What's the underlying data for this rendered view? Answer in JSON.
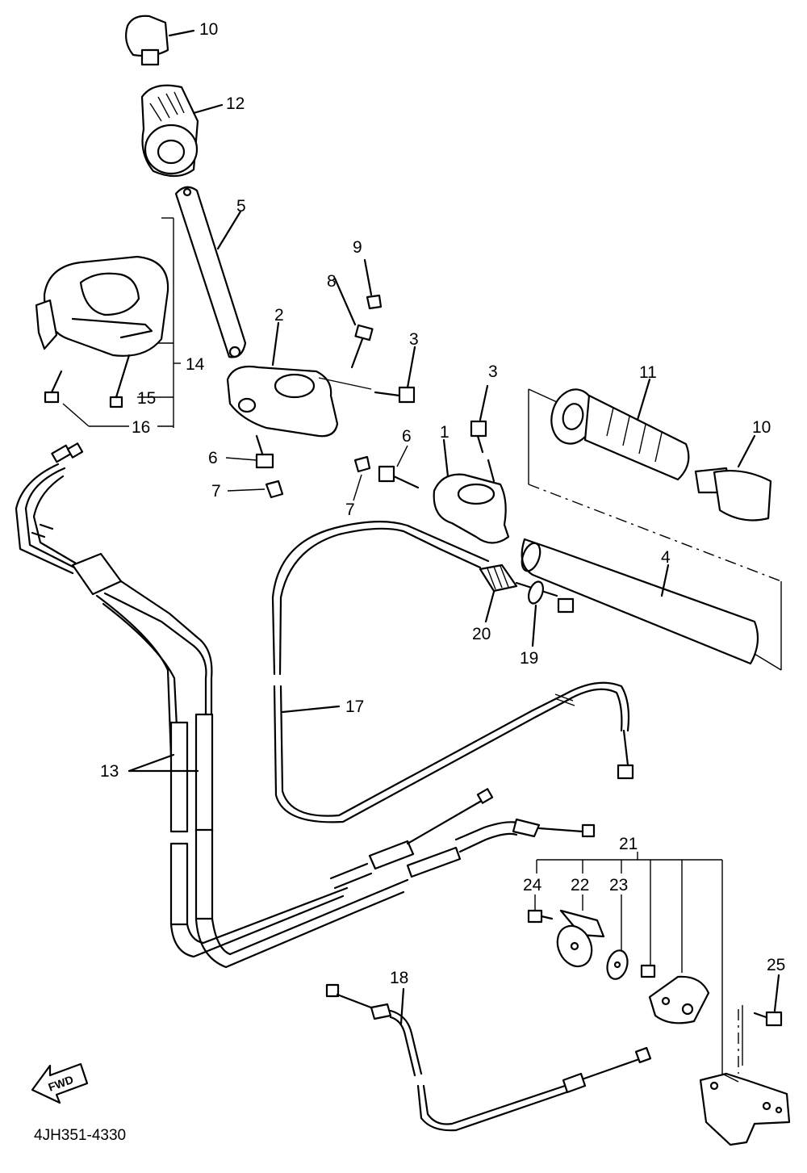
{
  "diagram_code": "4JH351-4330",
  "fwd_label": "FWD",
  "labels": {
    "p1": "1",
    "p2": "2",
    "p3a": "3",
    "p3b": "3",
    "p4": "4",
    "p5": "5",
    "p6a": "6",
    "p6b": "6",
    "p7a": "7",
    "p7b": "7",
    "p8": "8",
    "p9": "9",
    "p10a": "10",
    "p10b": "10",
    "p11": "11",
    "p12": "12",
    "p13": "13",
    "p14": "14",
    "p15": "15",
    "p16": "16",
    "p17": "17",
    "p18": "18",
    "p19": "19",
    "p20": "20",
    "p21": "21",
    "p22": "22",
    "p23": "23",
    "p24": "24",
    "p25": "25"
  }
}
